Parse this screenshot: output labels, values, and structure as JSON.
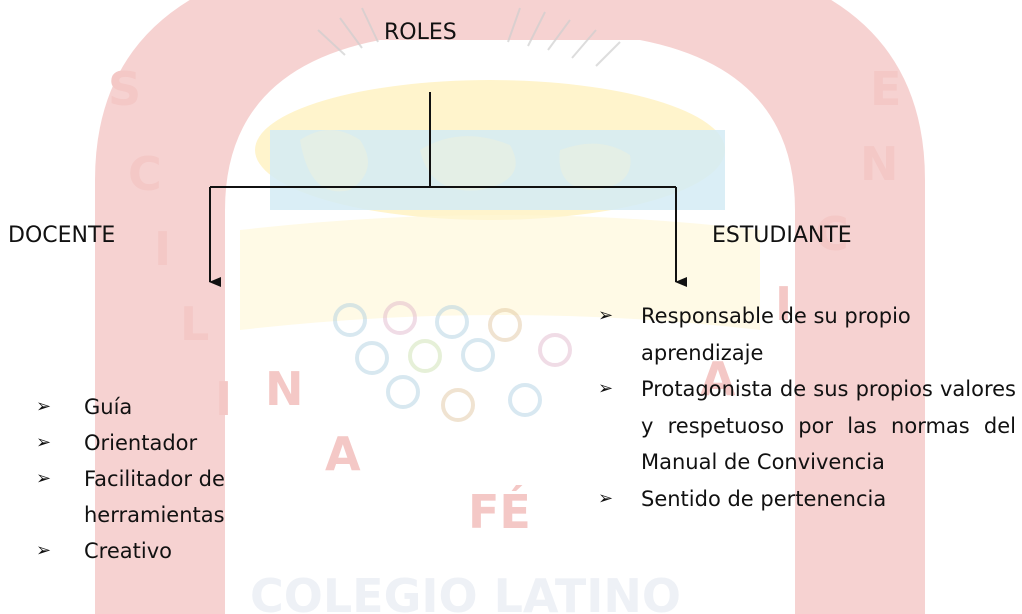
{
  "colors": {
    "crest_red": "#f3c3c1",
    "crest_yellow": "#fff3c6",
    "crest_blue": "#d3ebf5",
    "line": "#111111"
  },
  "watermark": {
    "letters": [
      "S",
      "C",
      "I",
      "L",
      "I",
      "N",
      "A",
      "E",
      "N",
      "C",
      "I",
      "A"
    ],
    "center_text": "FÉ",
    "bottom_text": "COLEGIO LATINO"
  },
  "diagram": {
    "root": "ROLES",
    "branches": [
      {
        "title": "DOCENTE",
        "items": [
          "Guía",
          "Orientador",
          "Facilitador de herramientas",
          "Creativo"
        ]
      },
      {
        "title": "ESTUDIANTE",
        "items": [
          "Responsable de su propio aprendizaje",
          "Protagonista de sus propios valores y respetuoso por las normas del Manual de Convivencia",
          "Sentido de pertenencia"
        ]
      }
    ]
  },
  "icons": {
    "bullet": "arrow-bullet-icon"
  }
}
